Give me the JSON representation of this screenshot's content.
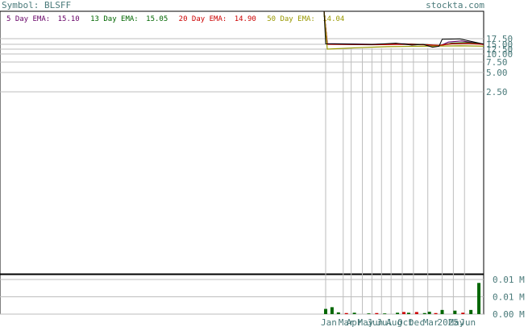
{
  "header": {
    "symbol_label": "Symbol: BLSFF",
    "brand": "stockta.com"
  },
  "legend": [
    {
      "label": "5 Day EMA:",
      "value": "15.10",
      "color": "#660066"
    },
    {
      "label": "13 Day EMA:",
      "value": "15.05",
      "color": "#006600"
    },
    {
      "label": "20 Day EMA:",
      "value": "14.90",
      "color": "#cc0000"
    },
    {
      "label": "50 Day EMA:",
      "value": "14.04",
      "color": "#999900"
    }
  ],
  "chart_data": {
    "type": "line",
    "price_axis": {
      "ticks": [
        {
          "label": "17.50",
          "value": 17.5
        },
        {
          "label": "15.00",
          "value": 15.0
        },
        {
          "label": "12.50",
          "value": 12.5
        },
        {
          "label": "10.00",
          "value": 10.0
        },
        {
          "label": "7.50",
          "value": 7.5
        },
        {
          "label": "5.00",
          "value": 5.0
        },
        {
          "label": "2.50",
          "value": 2.5
        }
      ]
    },
    "volume_axis": {
      "ticks": [
        {
          "label": "0.01 M",
          "value": 0.01
        },
        {
          "label": "0.01 M",
          "value": 0.005
        },
        {
          "label": "0.00 M",
          "value": 0.0
        }
      ]
    },
    "x_labels": [
      "Jan",
      "Mar",
      "Apr",
      "May",
      "Jun",
      "Jul",
      "Aug",
      "Oct",
      "Dec",
      "Mar",
      "2025",
      "May",
      "Jun"
    ],
    "x_label_positions": [
      0.01,
      0.12,
      0.17,
      0.24,
      0.3,
      0.36,
      0.42,
      0.49,
      0.56,
      0.65,
      0.74,
      0.81,
      0.88
    ],
    "price_series": {
      "name": "price",
      "points": [
        [
          0,
          60
        ],
        [
          0.01,
          15.2
        ],
        [
          0.3,
          14.9
        ],
        [
          0.45,
          15.5
        ],
        [
          0.55,
          14.6
        ],
        [
          0.62,
          15.0
        ],
        [
          0.68,
          13.5
        ],
        [
          0.72,
          14.0
        ],
        [
          0.74,
          17.2
        ],
        [
          0.85,
          17.4
        ],
        [
          1.0,
          15.1
        ]
      ]
    },
    "ema_series": [
      {
        "name": "5 Day EMA",
        "color": "#660066",
        "points": [
          [
            0,
            55
          ],
          [
            0.02,
            15.3
          ],
          [
            0.3,
            15.0
          ],
          [
            0.5,
            15.2
          ],
          [
            0.65,
            14.8
          ],
          [
            0.72,
            14.0
          ],
          [
            0.78,
            16.0
          ],
          [
            0.86,
            16.5
          ],
          [
            1.0,
            15.1
          ]
        ]
      },
      {
        "name": "13 Day EMA",
        "color": "#006600",
        "points": [
          [
            0,
            58
          ],
          [
            0.02,
            15.1
          ],
          [
            0.3,
            14.9
          ],
          [
            0.5,
            15.1
          ],
          [
            0.65,
            14.8
          ],
          [
            0.72,
            14.3
          ],
          [
            0.8,
            15.5
          ],
          [
            0.9,
            15.8
          ],
          [
            1.0,
            15.05
          ]
        ]
      },
      {
        "name": "20 Day EMA",
        "color": "#cc0000",
        "points": [
          [
            0,
            57
          ],
          [
            0.02,
            15.0
          ],
          [
            0.3,
            14.8
          ],
          [
            0.5,
            15.0
          ],
          [
            0.65,
            14.7
          ],
          [
            0.72,
            14.4
          ],
          [
            0.8,
            15.2
          ],
          [
            0.9,
            15.4
          ],
          [
            1.0,
            14.9
          ]
        ]
      },
      {
        "name": "50 Day EMA",
        "color": "#999900",
        "points": [
          [
            0,
            50
          ],
          [
            0.02,
            12.5
          ],
          [
            0.2,
            13.2
          ],
          [
            0.4,
            13.8
          ],
          [
            0.6,
            14.0
          ],
          [
            0.72,
            14.1
          ],
          [
            0.85,
            14.2
          ],
          [
            1.0,
            14.04
          ]
        ]
      }
    ],
    "volume_bars": [
      {
        "x": 0.01,
        "v": 0.0015,
        "color": "#006600"
      },
      {
        "x": 0.05,
        "v": 0.002,
        "color": "#006600"
      },
      {
        "x": 0.09,
        "v": 0.0005,
        "color": "#006600"
      },
      {
        "x": 0.14,
        "v": 0.0003,
        "color": "#cc0000"
      },
      {
        "x": 0.19,
        "v": 0.0004,
        "color": "#006600"
      },
      {
        "x": 0.28,
        "v": 0.0002,
        "color": "#006600"
      },
      {
        "x": 0.33,
        "v": 0.0003,
        "color": "#cc0000"
      },
      {
        "x": 0.38,
        "v": 0.0002,
        "color": "#006600"
      },
      {
        "x": 0.46,
        "v": 0.0004,
        "color": "#006600"
      },
      {
        "x": 0.5,
        "v": 0.0006,
        "color": "#cc0000"
      },
      {
        "x": 0.53,
        "v": 0.0004,
        "color": "#006600"
      },
      {
        "x": 0.58,
        "v": 0.0006,
        "color": "#cc0000"
      },
      {
        "x": 0.63,
        "v": 0.0003,
        "color": "#006600"
      },
      {
        "x": 0.66,
        "v": 0.0007,
        "color": "#006600"
      },
      {
        "x": 0.7,
        "v": 0.0003,
        "color": "#cc0000"
      },
      {
        "x": 0.74,
        "v": 0.0012,
        "color": "#006600"
      },
      {
        "x": 0.82,
        "v": 0.001,
        "color": "#006600"
      },
      {
        "x": 0.87,
        "v": 0.0004,
        "color": "#cc0000"
      },
      {
        "x": 0.92,
        "v": 0.0012,
        "color": "#006600"
      },
      {
        "x": 0.97,
        "v": 0.009,
        "color": "#006600"
      }
    ]
  }
}
